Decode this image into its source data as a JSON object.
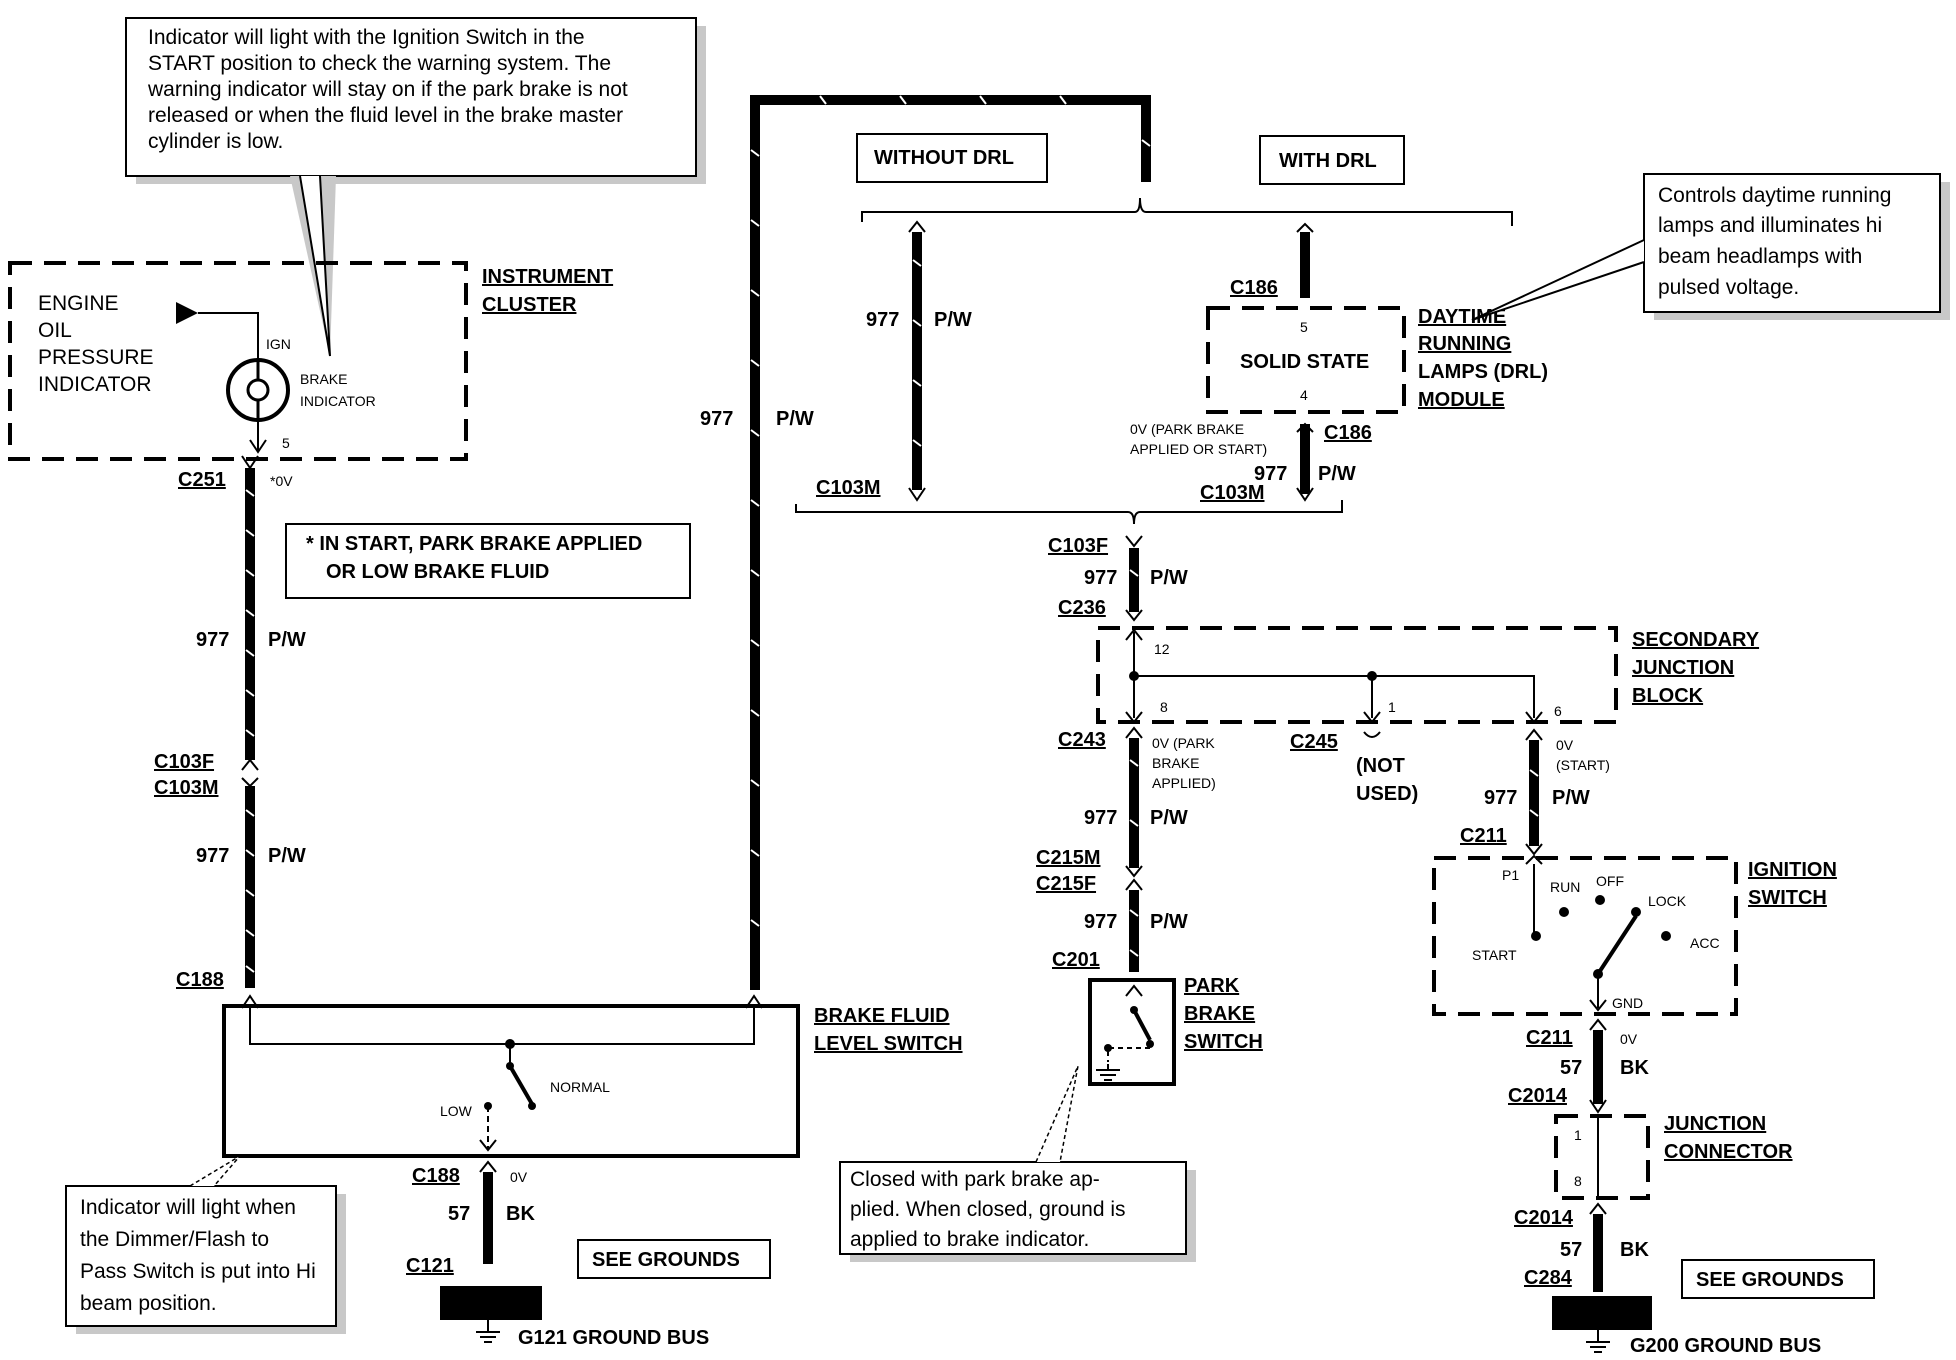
{
  "notes": {
    "indicator_start": [
      "Indicator will light with the Ignition Switch in the",
      "START position to check the warning system.  The",
      "warning indicator will stay on if the park brake is not",
      "released or when the fluid level in the brake master",
      "cylinder is low."
    ],
    "drl_module": [
      "Controls daytime running",
      "lamps and illuminates hi",
      "beam headlamps with",
      "pulsed voltage."
    ],
    "dimmer": [
      "Indicator will light when",
      "the Dimmer/Flash to",
      "Pass Switch is put into Hi",
      "beam position."
    ],
    "park_switch": [
      "Closed with park brake ap-",
      "plied. When closed, ground is",
      "applied to brake indicator."
    ],
    "start_footnote": [
      "* IN START, PARK BRAKE APPLIED",
      "OR LOW BRAKE FLUID"
    ]
  },
  "boxes": {
    "without_drl": "WITHOUT DRL",
    "with_drl": "WITH DRL",
    "see_grounds_left": "SEE GROUNDS",
    "see_grounds_right": "SEE GROUNDS"
  },
  "components": {
    "instrument_cluster": [
      "INSTRUMENT",
      "CLUSTER"
    ],
    "engine_oil": [
      "ENGINE",
      "OIL",
      "PRESSURE",
      "INDICATOR"
    ],
    "ign": "IGN",
    "brake_indicator": [
      "BRAKE",
      "INDICATOR"
    ],
    "drl_module": [
      "DAYTIME",
      "RUNNING",
      "LAMPS (DRL)",
      "MODULE"
    ],
    "solid_state": "SOLID STATE",
    "secondary_junction": [
      "SECONDARY",
      "JUNCTION",
      "BLOCK"
    ],
    "ignition_switch": [
      "IGNITION",
      "SWITCH"
    ],
    "park_brake_switch": [
      "PARK",
      "BRAKE",
      "SWITCH"
    ],
    "brake_fluid_switch": [
      "BRAKE FLUID",
      "LEVEL SWITCH"
    ],
    "junction_connector": [
      "JUNCTION",
      "CONNECTOR"
    ],
    "ignition_positions": {
      "run": "RUN",
      "off": "OFF",
      "lock": "LOCK",
      "acc": "ACC",
      "start": "START",
      "gnd": "GND",
      "p1": "P1"
    },
    "fluid_positions": {
      "normal": "NORMAL",
      "low": "LOW"
    },
    "ground_left": "G121  GROUND BUS",
    "ground_right": "G200  GROUND BUS"
  },
  "connectors": {
    "c251": "C251",
    "c188_top": "C188",
    "c188_bottom": "C188",
    "c121": "C121",
    "c103f_left": "C103F",
    "c103m_left": "C103M",
    "c186_top": "C186",
    "c186_bottom": "C186",
    "c103m_mid": "C103M",
    "c103m_right": "C103M",
    "c103f_mid": "C103F",
    "c236": "C236",
    "c243": "C243",
    "c245": "C245",
    "c215m": "C215M",
    "c215f": "C215F",
    "c201": "C201",
    "c211_top": "C211",
    "c211_bottom": "C211",
    "c2014_top": "C2014",
    "c2014_bottom": "C2014",
    "c284": "C284"
  },
  "wires": {
    "w977": "977",
    "pw": "P/W",
    "w57": "57",
    "bk": "BK"
  },
  "voltages": {
    "ov_star": "*0V",
    "ov": "0V",
    "ov_park_start": [
      "0V (PARK BRAKE",
      "APPLIED OR START)"
    ],
    "ov_park_applied": [
      "0V (PARK",
      "BRAKE",
      "APPLIED)"
    ],
    "ov_start": [
      "0V",
      "(START)"
    ],
    "not_used": [
      "(NOT",
      "USED)"
    ]
  },
  "pins": {
    "p5_cluster": "5",
    "p5_drl": "5",
    "p4_drl": "4",
    "p12": "12",
    "p8_sjb": "8",
    "p1_sjb": "1",
    "p6_sjb": "6",
    "p1_jc": "1",
    "p8_jc": "8"
  }
}
